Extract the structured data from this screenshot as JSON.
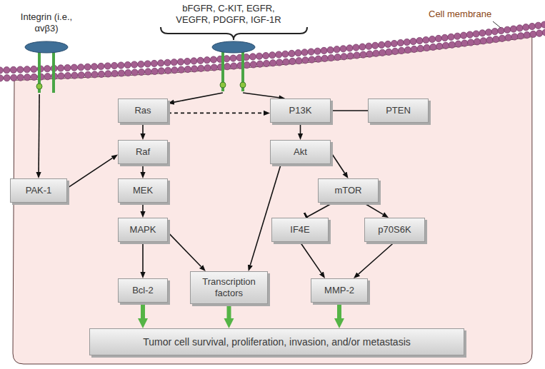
{
  "diagram": {
    "nodes": [
      {
        "text": [
          "Integrin (i.e., αvβ3)"
        ]
      },
      {
        "text": [
          "bFGFR, C-KIT, EGFR, VEGFR, PDGFR, IGF-1R"
        ]
      },
      {
        "text": [
          "Ras"
        ]
      },
      {
        "text": [
          "P13K"
        ]
      },
      {
        "text": [
          "PTEN"
        ]
      },
      {
        "text": [
          "PAK-1"
        ]
      },
      {
        "text": [
          "Raf"
        ]
      },
      {
        "text": [
          "Akt"
        ]
      },
      {
        "text": [
          "MEK"
        ]
      },
      {
        "text": [
          "mTOR"
        ]
      },
      {
        "text": [
          "MAPK"
        ]
      },
      {
        "text": [
          "IF4E"
        ]
      },
      {
        "text": [
          "p70S6K"
        ]
      },
      {
        "text": [
          "Bcl-2"
        ]
      },
      {
        "text": [
          "Transcription factors"
        ]
      },
      {
        "text": [
          "MMP-2"
        ]
      },
      {
        "text": [
          "Tumor cell survival, proliferation, invasion, and/or metastasis"
        ]
      }
    ],
    "edges": [
      {
        "from": 0,
        "to": 5,
        "arrow": "to"
      },
      {
        "from": 1,
        "to": 2,
        "arrow": "to"
      },
      {
        "from": 1,
        "to": 3,
        "arrow": "to"
      },
      {
        "from": 2,
        "to": 3,
        "arrow": "to"
      },
      {
        "from": 4,
        "to": 3,
        "arrow": "to"
      },
      {
        "from": 2,
        "to": 6,
        "arrow": "to"
      },
      {
        "from": 5,
        "to": 6,
        "arrow": "to"
      },
      {
        "from": 6,
        "to": 8,
        "arrow": "to"
      },
      {
        "from": 8,
        "to": 10,
        "arrow": "to"
      },
      {
        "from": 10,
        "to": 13,
        "arrow": "to"
      },
      {
        "from": 10,
        "to": 14,
        "arrow": "to"
      },
      {
        "from": 3,
        "to": 7,
        "arrow": "to"
      },
      {
        "from": 7,
        "to": 14,
        "arrow": "to"
      },
      {
        "from": 7,
        "to": 9,
        "arrow": "to"
      },
      {
        "from": 9,
        "to": 11,
        "arrow": "to"
      },
      {
        "from": 9,
        "to": 12,
        "arrow": "to"
      },
      {
        "from": 11,
        "to": 15,
        "arrow": "to"
      },
      {
        "from": 12,
        "to": 15,
        "arrow": "to"
      },
      {
        "from": 13,
        "to": 16,
        "arrow": "to"
      },
      {
        "from": 14,
        "to": 16,
        "arrow": "to"
      },
      {
        "from": 15,
        "to": 16,
        "arrow": "to"
      }
    ],
    "labels": [
      "Cell membrane"
    ]
  }
}
